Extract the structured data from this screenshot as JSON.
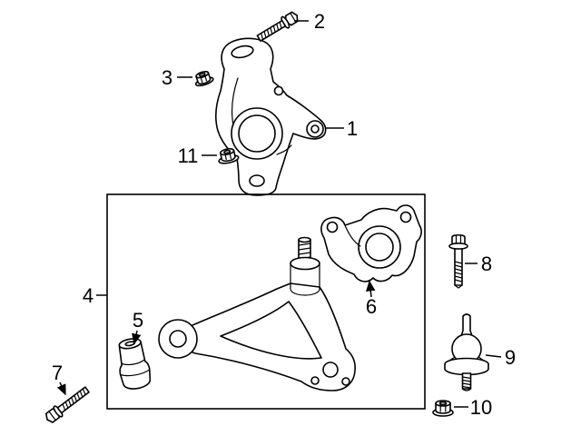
{
  "diagram": {
    "type": "exploded-parts-diagram",
    "colors": {
      "background": "#ffffff",
      "line": "#000000"
    },
    "callouts": [
      {
        "label": "1"
      },
      {
        "label": "2"
      },
      {
        "label": "3"
      },
      {
        "label": "4"
      },
      {
        "label": "5"
      },
      {
        "label": "6"
      },
      {
        "label": "7"
      },
      {
        "label": "8"
      },
      {
        "label": "9"
      },
      {
        "label": "10"
      },
      {
        "label": "11"
      }
    ]
  }
}
